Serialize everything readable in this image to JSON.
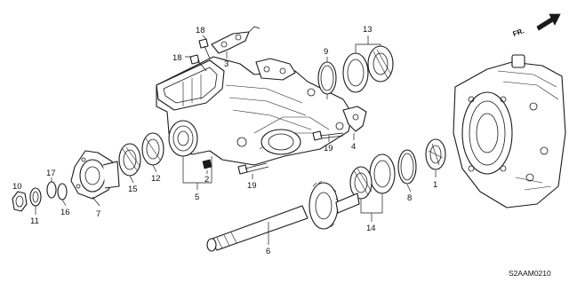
{
  "diagram": {
    "orientation_label": "FR.",
    "drawing_code": "S2AAM0210",
    "callouts": {
      "p1": "1",
      "p2": "2",
      "p3": "3",
      "p4": "4",
      "p5": "5",
      "p6": "6",
      "p7": "7",
      "p8": "8",
      "p9": "9",
      "p10": "10",
      "p11": "11",
      "p12": "12",
      "p13": "13",
      "p14": "14",
      "p15": "15",
      "p16": "16",
      "p17": "17",
      "p18a": "18",
      "p18b": "18",
      "p19a": "19",
      "p19b": "19"
    },
    "colors": {
      "line": "#1a1a1a",
      "background": "#ffffff"
    }
  }
}
